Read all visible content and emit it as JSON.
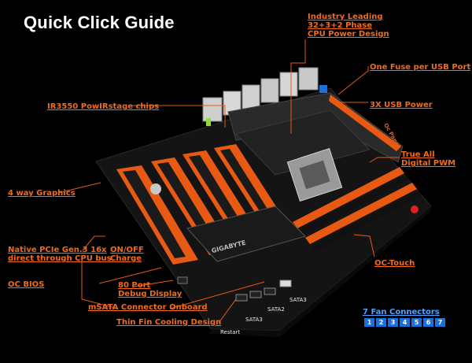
{
  "title": "Quick Click Guide",
  "callouts": {
    "industry": [
      "Industry Leading",
      "32+3+2 Phase",
      "CPU Power Design"
    ],
    "fuse": "One Fuse per USB Port",
    "usb_power": "3X USB Power",
    "ir3550": "IR3550 PowIRstage chips",
    "pwm": [
      "True All",
      "Digital PWM"
    ],
    "graphics": "4 way Graphics",
    "pcie": [
      "Native PCIe Gen.3 16x",
      "direct through CPU bus"
    ],
    "onoff": [
      "ON/OFF",
      "Charge"
    ],
    "ocbios": "OC BIOS",
    "debug": [
      "80 Port",
      "Debug Display"
    ],
    "msata": "mSATA Connector Onboard",
    "thinfin": "Thin Fin Cooling Design",
    "octouch": "OC-Touch"
  },
  "board_labels": {
    "sata3_a": "SATA3",
    "sata2": "SATA2",
    "sata3_b": "SATA3",
    "restart": "Restart",
    "gigabyte": "GIGABYTE",
    "oc_panel": "Oc Panel"
  },
  "fan": {
    "title": "7 Fan Connectors",
    "numbers": [
      "1",
      "2",
      "3",
      "4",
      "5",
      "6",
      "7"
    ]
  },
  "colors": {
    "accent": "#f26a1b",
    "fan_blue": "#1e6fd9",
    "slot_orange": "#e85a14"
  }
}
